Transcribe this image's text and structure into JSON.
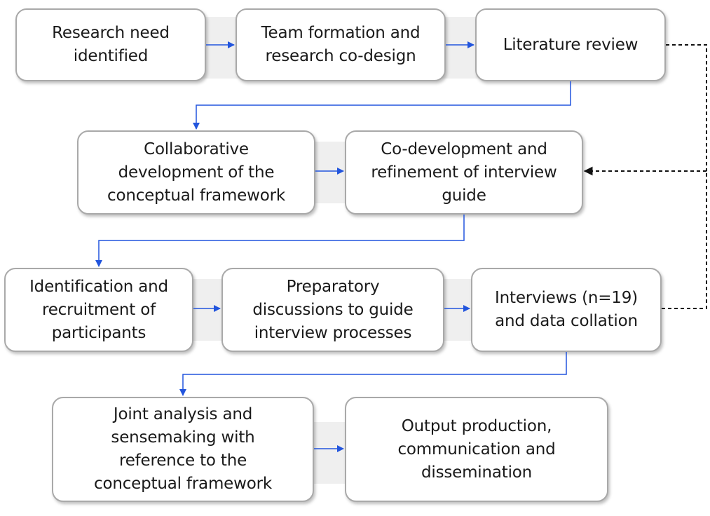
{
  "diagram": {
    "nodes": [
      {
        "id": "n1",
        "label": "Research need\nidentified"
      },
      {
        "id": "n2",
        "label": "Team formation and\nresearch co-design"
      },
      {
        "id": "n3",
        "label": "Literature review"
      },
      {
        "id": "n4",
        "label": "Collaborative\ndevelopment of the\nconceptual framework"
      },
      {
        "id": "n5",
        "label": "Co-development and\nrefinement of interview\nguide"
      },
      {
        "id": "n6",
        "label": "Identification and\nrecruitment of\nparticipants"
      },
      {
        "id": "n7",
        "label": "Preparatory\ndiscussions to guide\ninterview processes"
      },
      {
        "id": "n8",
        "label": "Interviews (n=19)\nand data collation"
      },
      {
        "id": "n9",
        "label": "Joint analysis and\nsensemaking with\nreference to the\nconceptual framework"
      },
      {
        "id": "n10",
        "label": "Output production,\ncommunication and\ndissemination"
      }
    ],
    "edges": [
      {
        "from": "n1",
        "to": "n2",
        "style": "solid"
      },
      {
        "from": "n2",
        "to": "n3",
        "style": "solid"
      },
      {
        "from": "n3",
        "to": "n4",
        "style": "solid"
      },
      {
        "from": "n4",
        "to": "n5",
        "style": "solid"
      },
      {
        "from": "n5",
        "to": "n6",
        "style": "solid"
      },
      {
        "from": "n6",
        "to": "n7",
        "style": "solid"
      },
      {
        "from": "n7",
        "to": "n8",
        "style": "solid"
      },
      {
        "from": "n8",
        "to": "n9",
        "style": "solid"
      },
      {
        "from": "n9",
        "to": "n10",
        "style": "solid"
      },
      {
        "from": "n3",
        "to": "n5",
        "style": "dashed"
      },
      {
        "from": "n8",
        "to": "n5",
        "style": "dashed"
      }
    ],
    "colors": {
      "arrow": "#2255dd",
      "dashed": "#111111",
      "box_border": "#a9a9a9",
      "band": "#efefef"
    }
  }
}
